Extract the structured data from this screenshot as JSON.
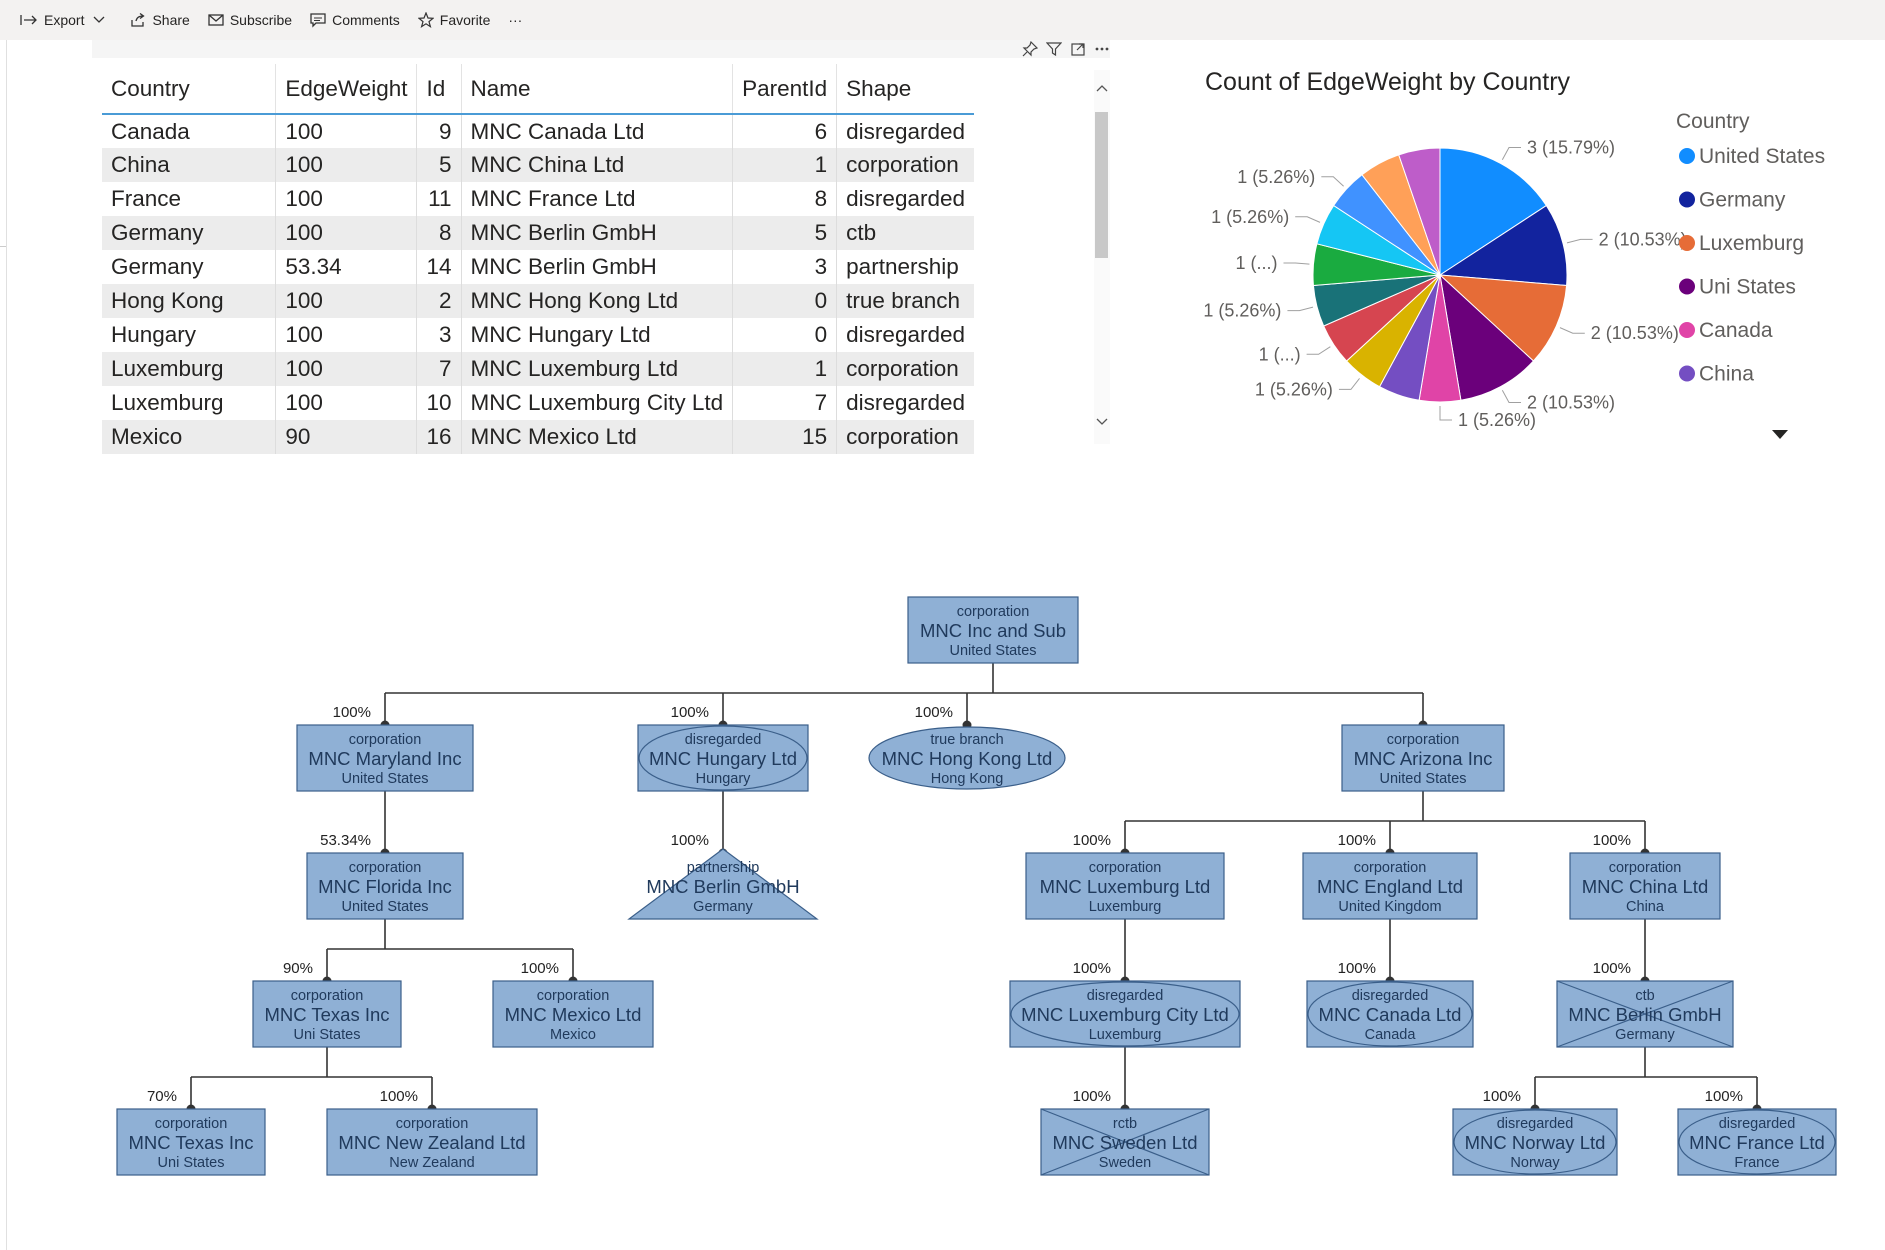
{
  "toolbar": {
    "items": [
      {
        "label": "Export",
        "icon": "export-icon"
      },
      {
        "label": "Share",
        "icon": "share-icon"
      },
      {
        "label": "Subscribe",
        "icon": "mail-icon"
      },
      {
        "label": "Comments",
        "icon": "comment-icon"
      },
      {
        "label": "Favorite",
        "icon": "star-icon"
      }
    ],
    "more": "···"
  },
  "table": {
    "columns": [
      "Country",
      "EdgeWeight",
      "Id",
      "Name",
      "ParentId",
      "Shape"
    ],
    "rows": [
      [
        "Canada",
        "100",
        "9",
        "MNC Canada Ltd",
        "6",
        "disregarded"
      ],
      [
        "China",
        "100",
        "5",
        "MNC China Ltd",
        "1",
        "corporation"
      ],
      [
        "France",
        "100",
        "11",
        "MNC France Ltd",
        "8",
        "disregarded"
      ],
      [
        "Germany",
        "100",
        "8",
        "MNC Berlin GmbH",
        "5",
        "ctb"
      ],
      [
        "Germany",
        "53.34",
        "14",
        "MNC Berlin GmbH",
        "3",
        "partnership"
      ],
      [
        "Hong Kong",
        "100",
        "2",
        "MNC Hong Kong Ltd",
        "0",
        "true branch"
      ],
      [
        "Hungary",
        "100",
        "3",
        "MNC Hungary Ltd",
        "0",
        "disregarded"
      ],
      [
        "Luxemburg",
        "100",
        "7",
        "MNC Luxemburg Ltd",
        "1",
        "corporation"
      ],
      [
        "Luxemburg",
        "100",
        "10",
        "MNC Luxemburg City Ltd",
        "7",
        "disregarded"
      ],
      [
        "Mexico",
        "90",
        "16",
        "MNC Mexico Ltd",
        "15",
        "corporation"
      ]
    ]
  },
  "chart_data": {
    "type": "pie",
    "title": "Count of EdgeWeight by Country",
    "legend_title": "Country",
    "legend_placement": "right",
    "slices": [
      {
        "name": "United States",
        "value": 3,
        "label": "3 (15.79%)",
        "color": "#118dff"
      },
      {
        "name": "Germany",
        "value": 2,
        "label": "2 (10.53%)",
        "color": "#12239e"
      },
      {
        "name": "Luxemburg",
        "value": 2,
        "label": "2 (10.53%)",
        "color": "#e66c37"
      },
      {
        "name": "Uni States",
        "value": 2,
        "label": "2 (10.53%)",
        "color": "#6b007b"
      },
      {
        "name": "Canada",
        "value": 1,
        "label": "1 (5.26%)",
        "color": "#e044a7"
      },
      {
        "name": "China",
        "value": 1,
        "label": "",
        "color": "#744ec2"
      },
      {
        "name": "",
        "value": 1,
        "label": "1 (5.26%)",
        "color": "#d9b300"
      },
      {
        "name": "",
        "value": 1,
        "label": "1 (...)",
        "color": "#d64550"
      },
      {
        "name": "",
        "value": 1,
        "label": "1 (5.26%)",
        "color": "#197278"
      },
      {
        "name": "",
        "value": 1,
        "label": "1 (...)",
        "color": "#1aab40"
      },
      {
        "name": "",
        "value": 1,
        "label": "1 (5.26%)",
        "color": "#15c6f4"
      },
      {
        "name": "",
        "value": 1,
        "label": "1 (5.26%)",
        "color": "#4092ff"
      },
      {
        "name": "",
        "value": 1,
        "label": "",
        "color": "#ffa058"
      },
      {
        "name": "",
        "value": 1,
        "label": "",
        "color": "#be5dc9"
      }
    ],
    "legend_visible": [
      "United States",
      "Germany",
      "Luxemburg",
      "Uni States",
      "Canada",
      "China"
    ]
  },
  "tree": {
    "nodes": [
      {
        "id": "root",
        "type": "corporation",
        "name": "MNC Inc and Sub",
        "country": "United States",
        "shape": "rect"
      },
      {
        "id": "maryland",
        "type": "corporation",
        "name": "MNC Maryland Inc",
        "country": "United States",
        "shape": "rect"
      },
      {
        "id": "hungary",
        "type": "disregarded",
        "name": "MNC Hungary Ltd",
        "country": "Hungary",
        "shape": "rect-ellipse"
      },
      {
        "id": "hongkong",
        "type": "true branch",
        "name": "MNC Hong Kong Ltd",
        "country": "Hong Kong",
        "shape": "ellipse"
      },
      {
        "id": "arizona",
        "type": "corporation",
        "name": "MNC Arizona Inc",
        "country": "United States",
        "shape": "rect"
      },
      {
        "id": "florida",
        "type": "corporation",
        "name": "MNC Florida Inc",
        "country": "United States",
        "shape": "rect"
      },
      {
        "id": "berlin1",
        "type": "partnership",
        "name": "MNC Berlin GmbH",
        "country": "Germany",
        "shape": "triangle"
      },
      {
        "id": "luxemburg",
        "type": "corporation",
        "name": "MNC Luxemburg Ltd",
        "country": "Luxemburg",
        "shape": "rect"
      },
      {
        "id": "england",
        "type": "corporation",
        "name": "MNC England Ltd",
        "country": "United Kingdom",
        "shape": "rect"
      },
      {
        "id": "china",
        "type": "corporation",
        "name": "MNC China Ltd",
        "country": "China",
        "shape": "rect"
      },
      {
        "id": "texas1",
        "type": "corporation",
        "name": "MNC Texas Inc",
        "country": "Uni States",
        "shape": "rect"
      },
      {
        "id": "mexico",
        "type": "corporation",
        "name": "MNC Mexico Ltd",
        "country": "Mexico",
        "shape": "rect"
      },
      {
        "id": "luxcity",
        "type": "disregarded",
        "name": "MNC Luxemburg City Ltd",
        "country": "Luxemburg",
        "shape": "rect-ellipse"
      },
      {
        "id": "canada",
        "type": "disregarded",
        "name": "MNC Canada Ltd",
        "country": "Canada",
        "shape": "rect-ellipse"
      },
      {
        "id": "berlin2",
        "type": "ctb",
        "name": "MNC Berlin GmbH",
        "country": "Germany",
        "shape": "rect-x"
      },
      {
        "id": "texas2",
        "type": "corporation",
        "name": "MNC Texas Inc",
        "country": "Uni States",
        "shape": "rect"
      },
      {
        "id": "newzealand",
        "type": "corporation",
        "name": "MNC New Zealand Ltd",
        "country": "New Zealand",
        "shape": "rect"
      },
      {
        "id": "sweden",
        "type": "rctb",
        "name": "MNC Sweden Ltd",
        "country": "Sweden",
        "shape": "rect-x"
      },
      {
        "id": "norway",
        "type": "disregarded",
        "name": "MNC Norway Ltd",
        "country": "Norway",
        "shape": "rect-ellipse"
      },
      {
        "id": "france",
        "type": "disregarded",
        "name": "MNC France Ltd",
        "country": "France",
        "shape": "rect-ellipse"
      }
    ],
    "edges": [
      {
        "from": "root",
        "to": "maryland",
        "label": "100%"
      },
      {
        "from": "root",
        "to": "hungary",
        "label": "100%"
      },
      {
        "from": "root",
        "to": "hongkong",
        "label": "100%"
      },
      {
        "from": "root",
        "to": "arizona",
        "label": ""
      },
      {
        "from": "maryland",
        "to": "florida",
        "label": "53.34%"
      },
      {
        "from": "hungary",
        "to": "berlin1",
        "label": "100%"
      },
      {
        "from": "arizona",
        "to": "luxemburg",
        "label": "100%"
      },
      {
        "from": "arizona",
        "to": "england",
        "label": "100%"
      },
      {
        "from": "arizona",
        "to": "china",
        "label": "100%"
      },
      {
        "from": "florida",
        "to": "texas1",
        "label": "90%"
      },
      {
        "from": "florida",
        "to": "mexico",
        "label": "100%"
      },
      {
        "from": "luxemburg",
        "to": "luxcity",
        "label": "100%"
      },
      {
        "from": "england",
        "to": "canada",
        "label": "100%"
      },
      {
        "from": "china",
        "to": "berlin2",
        "label": "100%"
      },
      {
        "from": "texas1",
        "to": "texas2",
        "label": "70%"
      },
      {
        "from": "texas1",
        "to": "newzealand",
        "label": "100%"
      },
      {
        "from": "luxcity",
        "to": "sweden",
        "label": "100%"
      },
      {
        "from": "berlin2",
        "to": "norway",
        "label": "100%"
      },
      {
        "from": "berlin2",
        "to": "france",
        "label": "100%"
      }
    ]
  }
}
